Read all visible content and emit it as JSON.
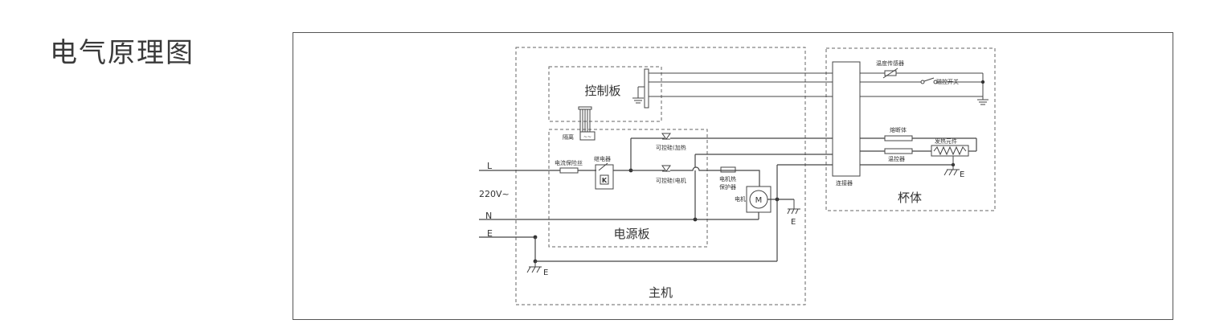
{
  "page": {
    "title": "电气原理图"
  },
  "diagram": {
    "regions": {
      "main_unit": "主机",
      "control_board": "控制板",
      "power_board": "电源板",
      "cup_body": "杯体"
    },
    "lines": {
      "live": "L",
      "neutral": "N",
      "earth": "E",
      "voltage": "220V~"
    },
    "components": {
      "isolation": "隔离",
      "current_fuse": "电流保险丝",
      "relay": "继电器",
      "relay_mark": "K",
      "scr_heat": "可控硅(加热",
      "scr_motor": "可控硅(电机",
      "motor_protector_line1": "电机热",
      "motor_protector_line2": "保护器",
      "motor": "电机",
      "motor_mark": "M",
      "connector": "连接器",
      "temp_sensor": "温度传感器",
      "magnetic_switch": "磁控开关",
      "thermal_fuse": "熔断体",
      "heating_element": "发热元件",
      "thermostat": "温控器",
      "ground_e": "E"
    }
  }
}
